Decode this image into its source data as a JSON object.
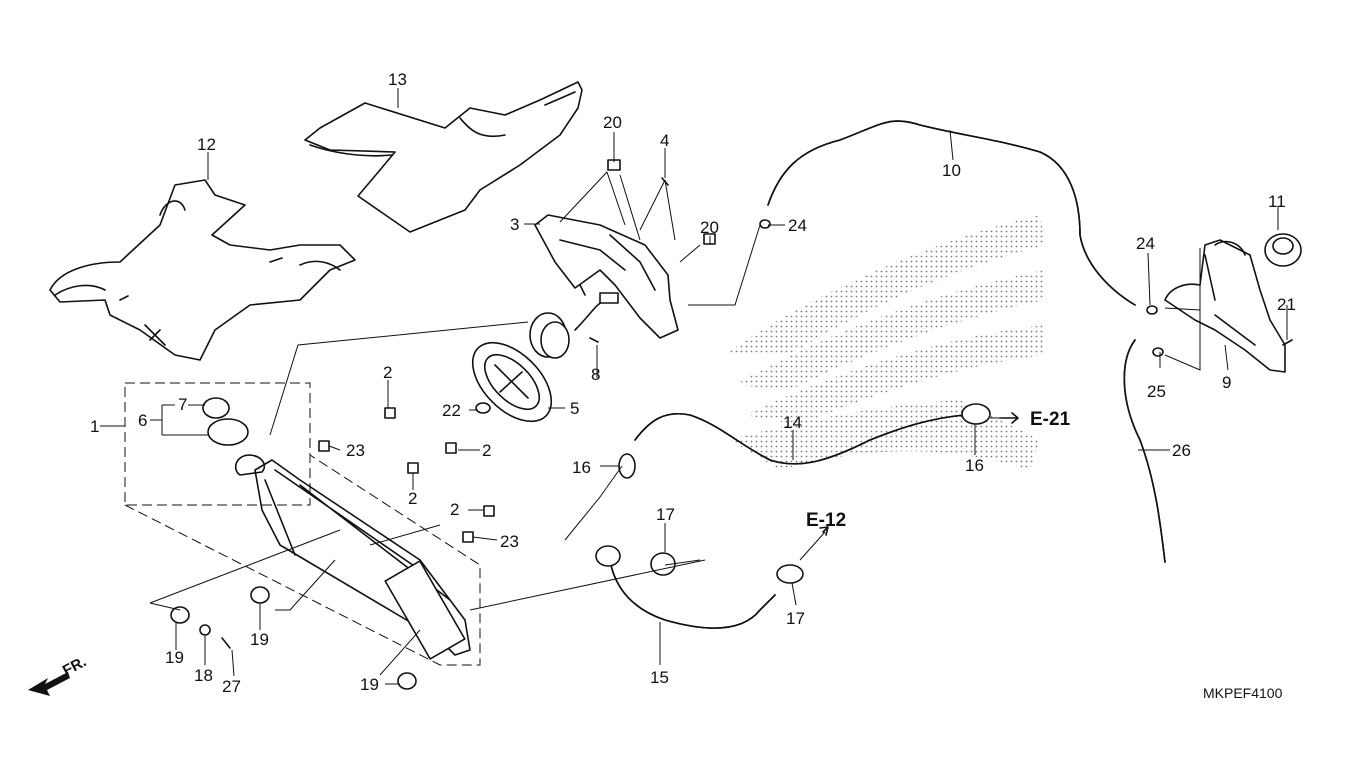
{
  "diagram": {
    "code": "MKPEF4100",
    "front_label": "FR.",
    "refs": {
      "e21": "E-21",
      "e12": "E-12"
    },
    "callouts": {
      "c1": "1",
      "c2a": "2",
      "c2b": "2",
      "c2c": "2",
      "c2d": "2",
      "c3": "3",
      "c4": "4",
      "c5": "5",
      "c6": "6",
      "c7": "7",
      "c8": "8",
      "c9": "9",
      "c10": "10",
      "c11": "11",
      "c12": "12",
      "c13": "13",
      "c14": "14",
      "c15": "15",
      "c16a": "16",
      "c16b": "16",
      "c17a": "17",
      "c17b": "17",
      "c18": "18",
      "c19a": "19",
      "c19b": "19",
      "c19c": "19",
      "c20a": "20",
      "c20b": "20",
      "c21": "21",
      "c22": "22",
      "c23a": "23",
      "c23b": "23",
      "c24a": "24",
      "c24b": "24",
      "c25": "25",
      "c26": "26",
      "c27": "27"
    }
  }
}
